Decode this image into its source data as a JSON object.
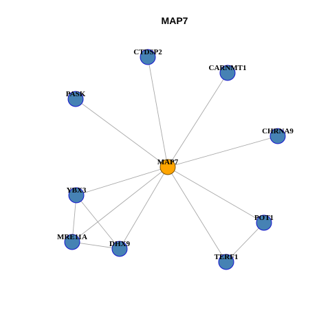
{
  "title": "MAP7",
  "colors": {
    "center_fill": "#FFA500",
    "center_stroke": "#7a5000",
    "node_fill": "#4682B4",
    "node_stroke": "#1515CC",
    "edge": "#A8A8A8"
  },
  "nodes": [
    {
      "id": "MAP7",
      "label": "MAP7",
      "role": "center"
    },
    {
      "id": "CTDSP2",
      "label": "CTDSP2",
      "role": "neighbor"
    },
    {
      "id": "CARNMT1",
      "label": "CARNMT1",
      "role": "neighbor"
    },
    {
      "id": "PASK",
      "label": "PASK",
      "role": "neighbor"
    },
    {
      "id": "CHRNA9",
      "label": "CHRNA9",
      "role": "neighbor"
    },
    {
      "id": "YBX3",
      "label": "YBX3",
      "role": "neighbor"
    },
    {
      "id": "MRE11A",
      "label": "MRE11A",
      "role": "neighbor"
    },
    {
      "id": "DHX9",
      "label": "DHX9",
      "role": "neighbor"
    },
    {
      "id": "POT1",
      "label": "POT1",
      "role": "neighbor"
    },
    {
      "id": "TERF1",
      "label": "TERF1",
      "role": "neighbor"
    }
  ],
  "edges": [
    [
      "MAP7",
      "CTDSP2"
    ],
    [
      "MAP7",
      "CARNMT1"
    ],
    [
      "MAP7",
      "PASK"
    ],
    [
      "MAP7",
      "CHRNA9"
    ],
    [
      "MAP7",
      "YBX3"
    ],
    [
      "MAP7",
      "MRE11A"
    ],
    [
      "MAP7",
      "DHX9"
    ],
    [
      "MAP7",
      "POT1"
    ],
    [
      "MAP7",
      "TERF1"
    ],
    [
      "YBX3",
      "MRE11A"
    ],
    [
      "YBX3",
      "DHX9"
    ],
    [
      "MRE11A",
      "DHX9"
    ],
    [
      "POT1",
      "TERF1"
    ]
  ]
}
